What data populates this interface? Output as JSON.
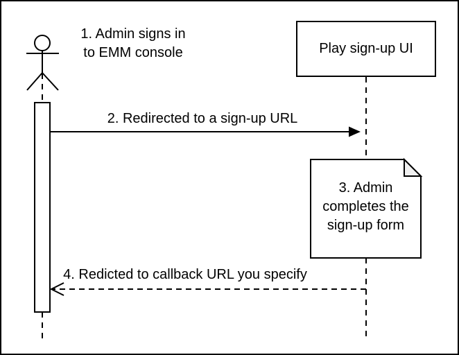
{
  "canvas": {
    "background": "#ffffff",
    "border_color": "#000000"
  },
  "palette": {
    "stroke": "#000000",
    "shape_fill": "#ffffff",
    "note_fold_fill": "#f0f0f0"
  },
  "lifelines": {
    "admin_actor": {
      "icon": "actor-stick-figure-icon"
    },
    "play_signup_ui": {
      "label": "Play sign-up UI"
    }
  },
  "steps": {
    "step1": {
      "lines": [
        "1. Admin signs in",
        "to EMM console"
      ]
    },
    "step2": {
      "label": "2. Redirected to a sign-up URL",
      "arrow": "solid-right"
    },
    "step3": {
      "lines": [
        "3. Admin",
        "completes the",
        "sign-up form"
      ],
      "shape": "note"
    },
    "step4": {
      "label": "4. Redicted to callback URL you specify",
      "arrow": "dashed-left"
    }
  }
}
